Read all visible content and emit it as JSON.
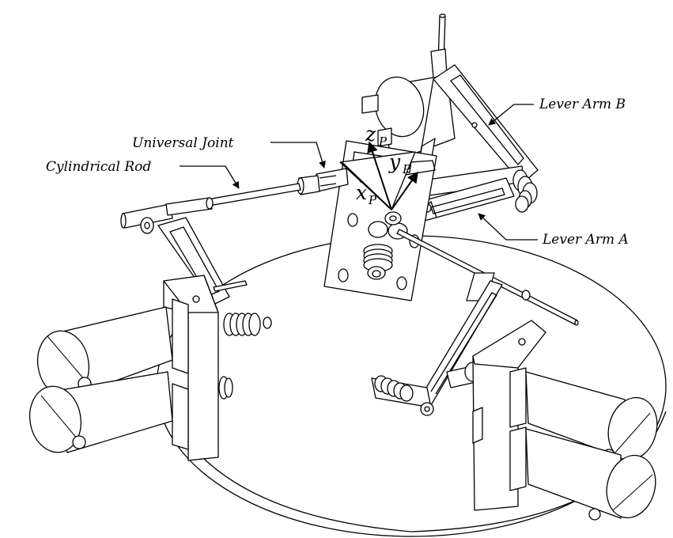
{
  "labels": {
    "lever_arm_b": "Lever Arm B",
    "lever_arm_a": "Lever Arm A",
    "universal_joint": "Universal Joint",
    "cylindrical_rod": "Cylindrical Rod"
  },
  "axes": {
    "z": "z",
    "y": "y",
    "x": "x",
    "subscript": "P"
  }
}
